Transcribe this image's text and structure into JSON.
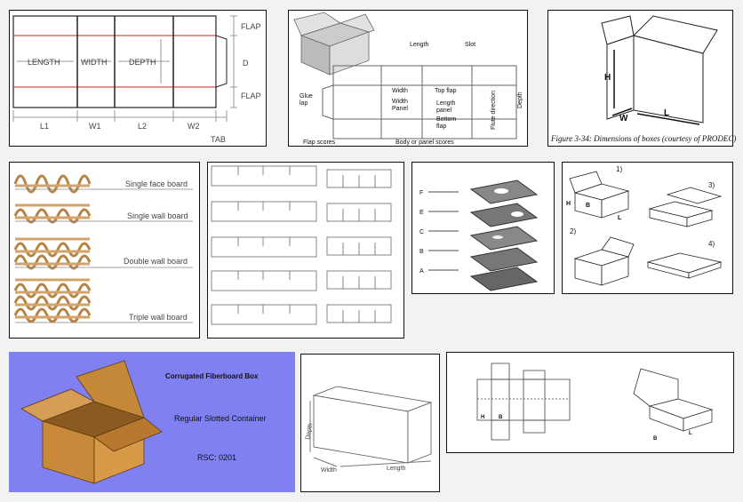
{
  "panel1": {
    "labels": {
      "length": "LENGTH",
      "width": "WIDTH",
      "depth": "DEPTH",
      "flap_top": "FLAP",
      "flap_bottom": "FLAP",
      "d": "D",
      "l1": "L1",
      "w1": "W1",
      "l2": "L2",
      "w2": "W2",
      "tab": "TAB"
    }
  },
  "panel2": {
    "labels": {
      "length": "Length",
      "slot": "Slot",
      "glue_lap": "Glue",
      "glue_lap2": "lap",
      "width": "Width",
      "width_panel1": "Width",
      "width_panel2": "Panel",
      "top_flap": "Top flap",
      "length_panel1": "Length",
      "length_panel2": "panel",
      "bottom_flap1": "Bottom",
      "bottom_flap2": "flap",
      "flute_direction": "Flute direction",
      "depth": "Depth",
      "flap_scores": "Flap scores",
      "body_scores": "Body or panel scores"
    }
  },
  "panel3": {
    "labels": {
      "h": "H",
      "w": "W",
      "l": "L"
    },
    "caption": "Figure 3-34: Dimensions of boxes (courtesy of PRODEC)"
  },
  "panel4": {
    "labels": [
      "Single face board",
      "Single wall board",
      "Double wall board",
      "Triple wall board"
    ]
  },
  "panel6": {
    "labels": [
      "F",
      "E",
      "C",
      "B",
      "A"
    ]
  },
  "panel7": {
    "labels": {
      "n1": "1)",
      "n2": "2)",
      "n3": "3)",
      "n4": "4)",
      "h": "H",
      "b": "B",
      "l": "L"
    }
  },
  "panel8": {
    "title": "Corrugated Fiberboard Box",
    "subtitle": "Regular Slotted Container",
    "code": "RSC: 0201",
    "background": "#8080f0"
  },
  "panel9": {
    "labels": {
      "depth": "Depth",
      "width": "Width",
      "length": "Length"
    }
  },
  "panel10": {
    "labels": {
      "h": "H",
      "b": "B",
      "l": "L"
    }
  }
}
